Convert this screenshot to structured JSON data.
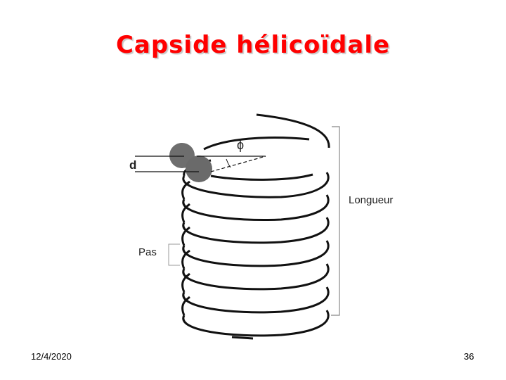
{
  "slide": {
    "title": "Capside hélicoïdale",
    "footer": {
      "date": "12/4/2020",
      "page_number": "36"
    }
  },
  "diagram": {
    "labels": {
      "diameter": "d",
      "angle": "ϕ",
      "length": "Longueur",
      "pitch": "Pas"
    },
    "colors": {
      "title": "#ff0000",
      "line": "#111111",
      "subunit": "#6e6e6e"
    }
  }
}
